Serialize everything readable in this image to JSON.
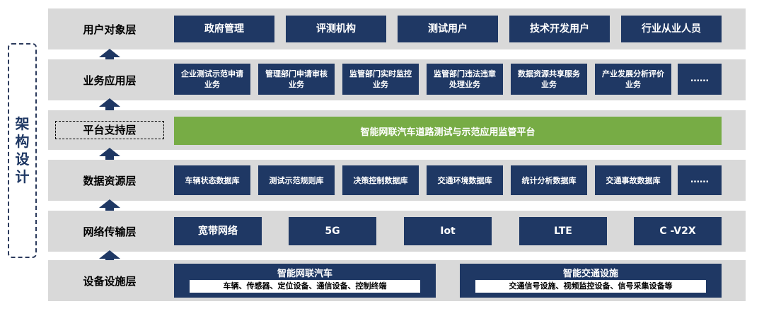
{
  "side_title": [
    "架",
    "构",
    "设",
    "计"
  ],
  "layers": [
    {
      "label": "用户对象层",
      "items": [
        "政府管理",
        "评测机构",
        "测试用户",
        "技术开发用户",
        "行业从业人员"
      ]
    },
    {
      "label": "业务应用层",
      "items": [
        "企业测试示范申请业务",
        "管理部门申请审核业务",
        "监管部门实时监控业务",
        "监管部门违法违章处理业务",
        "数据资源共享服务业务",
        "产业发展分析评价业务",
        "……"
      ]
    },
    {
      "label": "平台支持层",
      "platform": "智能网联汽车道路测试与示范应用监管平台"
    },
    {
      "label": "数据资源层",
      "items": [
        "车辆状态数据库",
        "测试示范规则库",
        "决策控制数据库",
        "交通环境数据库",
        "统计分析数据库",
        "交通事故数据库",
        "……"
      ]
    },
    {
      "label": "网络传输层",
      "items": [
        "宽带网络",
        "5G",
        "Iot",
        "LTE",
        "C -V2X"
      ]
    },
    {
      "label": "设备设施层",
      "devices": [
        {
          "title": "智能网联汽车",
          "detail": "车辆、传感器、定位设备、通信设备、控制终端"
        },
        {
          "title": "智能交通设施",
          "detail": "交通信号设施、视频监控设备、信号采集设备等"
        }
      ]
    }
  ],
  "colors": {
    "box": "#1f3864",
    "platform": "#77ac45",
    "band": "#d9d9d9",
    "arrow": "#1f3864"
  }
}
